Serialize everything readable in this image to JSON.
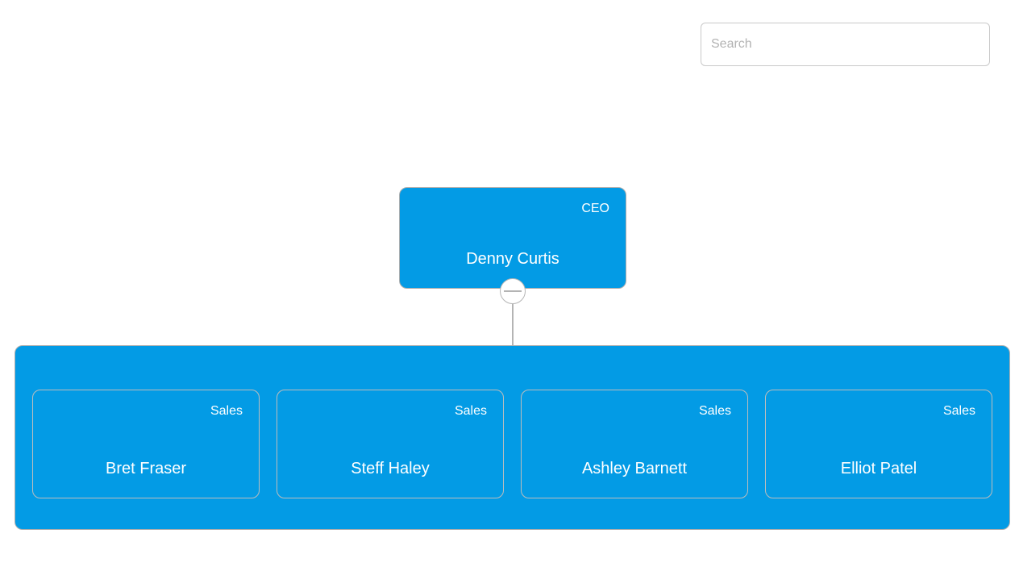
{
  "search": {
    "placeholder": "Search"
  },
  "org_chart": {
    "root": {
      "name": "Denny Curtis",
      "title": "CEO"
    },
    "children": [
      {
        "name": "Bret Fraser",
        "title": "Sales"
      },
      {
        "name": "Steff Haley",
        "title": "Sales"
      },
      {
        "name": "Ashley Barnett",
        "title": "Sales"
      },
      {
        "name": "Elliot Patel",
        "title": "Sales"
      }
    ],
    "colors": {
      "node_fill": "#039be5",
      "node_stroke": "#aeaeae",
      "connector": "#b4b4b4",
      "text": "#ffffff"
    }
  }
}
